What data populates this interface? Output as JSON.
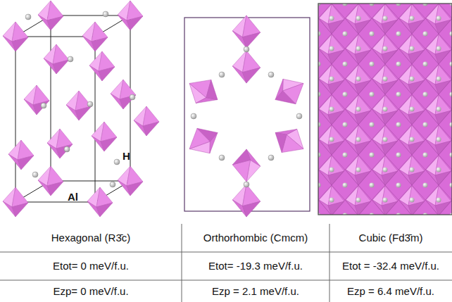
{
  "diagram": {
    "labels": [
      "H",
      "Al",
      "Hexagonal (R3̄c)",
      "Orthorhombic (Cmcm)",
      "Cubic (Fd3̄m)",
      "Etot= 0 meV/f.u.",
      "Etot= -19.3 meV/f.u.",
      "Etot = -32.4 meV/f.u.",
      "Ezp= 0 meV/f.u.",
      "Ezp = 2.1 meV/f.u.",
      "Ezp = 6.4 meV/f.u."
    ]
  }
}
